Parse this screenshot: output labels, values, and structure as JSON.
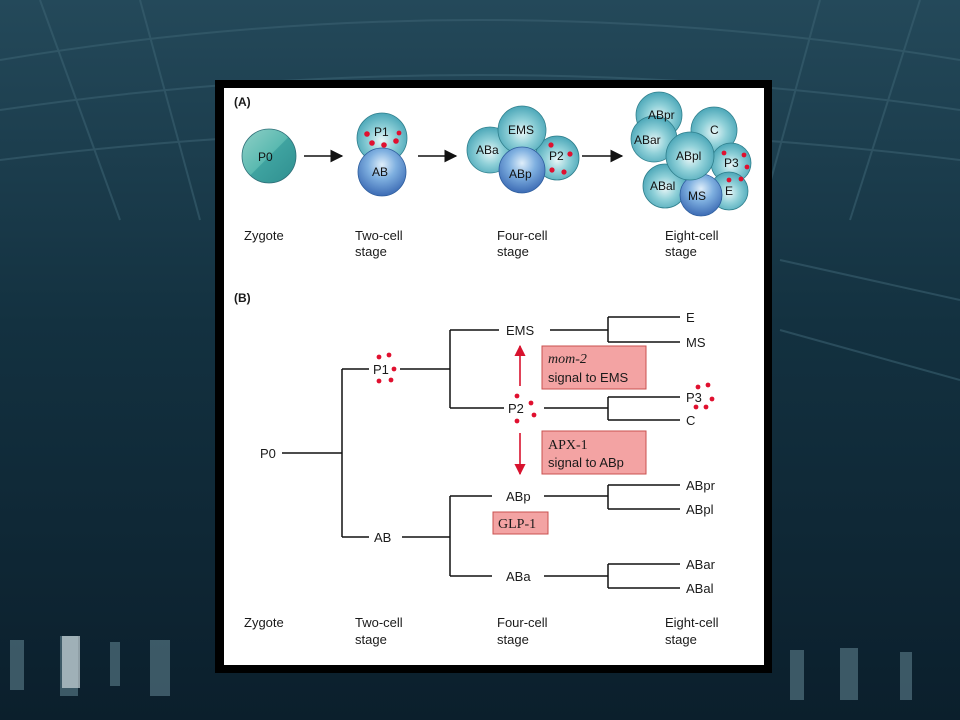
{
  "figure": {
    "panel_a": {
      "label": "(A)",
      "stages": [
        {
          "caption_line1": "Zygote",
          "caption_line2": ""
        },
        {
          "caption_line1": "Two-cell",
          "caption_line2": "stage"
        },
        {
          "caption_line1": "Four-cell",
          "caption_line2": "stage"
        },
        {
          "caption_line1": "Eight-cell",
          "caption_line2": "stage"
        }
      ],
      "zygote_cell": "P0",
      "two_cell": {
        "top": "P1",
        "bottom": "AB"
      },
      "four_cell": {
        "top": "EMS",
        "left": "ABa",
        "right": "P2",
        "bottom": "ABp"
      },
      "eight_cell": {
        "c1": "ABpr",
        "c2": "C",
        "c3": "ABar",
        "c4": "ABpl",
        "c5": "P3",
        "c6": "ABal",
        "c7": "MS",
        "c8": "E"
      }
    },
    "panel_b": {
      "label": "(B)",
      "nodes": {
        "p0": "P0",
        "p1": "P1",
        "ab": "AB",
        "ems": "EMS",
        "p2": "P2",
        "abp": "ABp",
        "aba": "ABa",
        "e": "E",
        "ms": "MS",
        "p3": "P3",
        "c": "C",
        "abpr": "ABpr",
        "abpl": "ABpl",
        "abar": "ABar",
        "abal": "ABal"
      },
      "signals": {
        "mom2_gene": "mom-2",
        "mom2_text": "signal to EMS",
        "apx1_gene": "APX-1",
        "apx1_text": "signal to ABp",
        "glp1": "GLP-1"
      },
      "stages": [
        {
          "caption_line1": "Zygote",
          "caption_line2": ""
        },
        {
          "caption_line1": "Two-cell",
          "caption_line2": "stage"
        },
        {
          "caption_line1": "Four-cell",
          "caption_line2": "stage"
        },
        {
          "caption_line1": "Eight-cell",
          "caption_line2": "stage"
        }
      ]
    }
  },
  "colors": {
    "cell_fill": "#5fb9c9",
    "cell_blue": "#4a7fc6",
    "p_granule": "#e0102f",
    "signal_box": "#f3a3a3",
    "signal_arrow": "#d8122e"
  }
}
